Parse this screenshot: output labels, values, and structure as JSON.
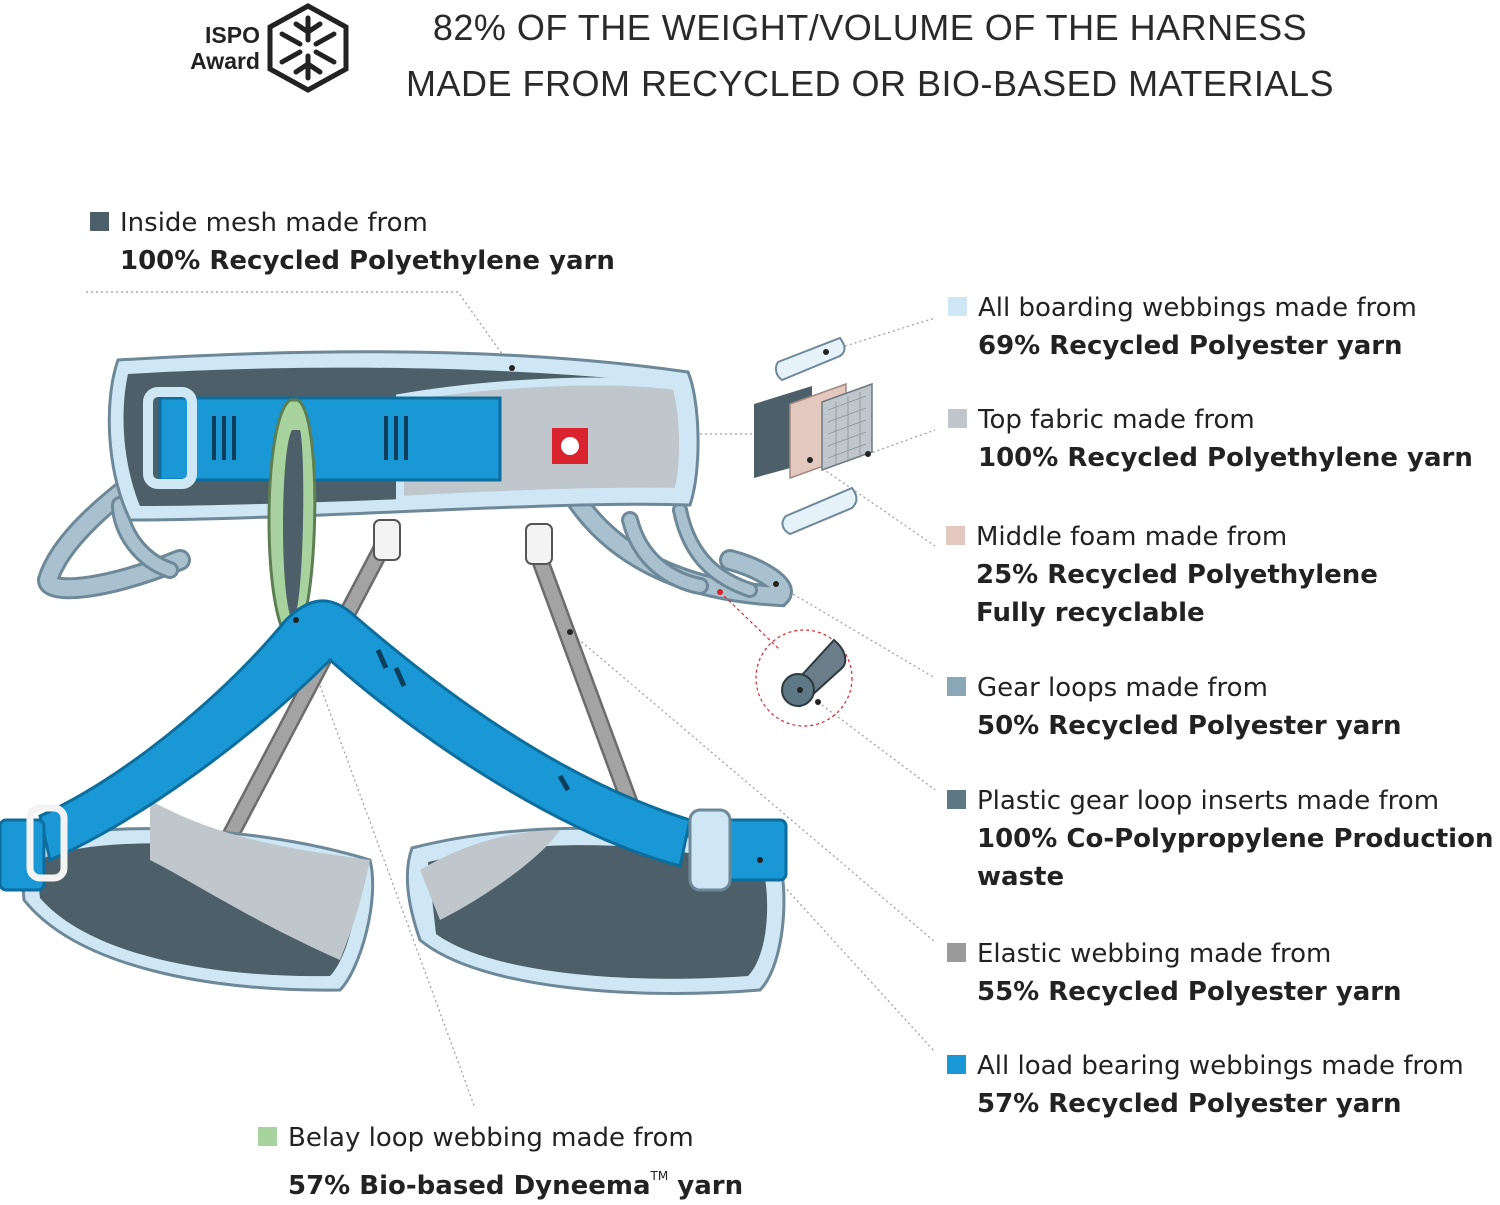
{
  "award": {
    "line1": "ISPO",
    "line2": "Award"
  },
  "headline": {
    "line1": "82% OF THE WEIGHT/VOLUME OF THE HARNESS",
    "line2": "MADE FROM RECYCLED OR BIO-BASED MATERIALS"
  },
  "legend": [
    {
      "label": "Inside mesh made from",
      "detail": "100% Recycled Polyethylene yarn",
      "color": "#4d5f68"
    },
    {
      "label": "All boarding webbings made from",
      "detail": "69% Recycled Polyester yarn",
      "color": "#cfe7f5"
    },
    {
      "label": "Top fabric made from",
      "detail": "100% Recycled Polyethylene yarn",
      "color": "#bfc6cc"
    },
    {
      "label": "Middle foam made from",
      "detail": "25% Recycled Polyethylene",
      "detail2": "Fully recyclable",
      "color": "#e3c8bf"
    },
    {
      "label": "Gear loops made from",
      "detail": "50% Recycled Polyester yarn",
      "color": "#8aa7b8"
    },
    {
      "label": "Plastic gear loop inserts made from",
      "detail": "100% Co-Polypropylene Production",
      "detail2": "waste",
      "color": "#5f7886"
    },
    {
      "label": "Elastic webbing made from",
      "detail": "55% Recycled Polyester yarn",
      "color": "#9a9a9a"
    },
    {
      "label": "All load bearing webbings made from",
      "detail": "57% Recycled Polyester yarn",
      "color": "#1a97d5"
    },
    {
      "label": "Belay loop webbing made from",
      "detail": "57% Bio-based Dyneema",
      "tm": "TM",
      "detail_suffix": " yarn",
      "color": "#a9d39e"
    }
  ],
  "colors": {
    "load_webbing": "#1a97d5",
    "boarding": "#cfe7f5",
    "top_fabric": "#bfc6cc",
    "mesh": "#4d5f68",
    "gear_loop": "#8aa7b8",
    "belay": "#a9d39e",
    "elastic": "#9a9a9a",
    "logo_red": "#d9232e"
  }
}
